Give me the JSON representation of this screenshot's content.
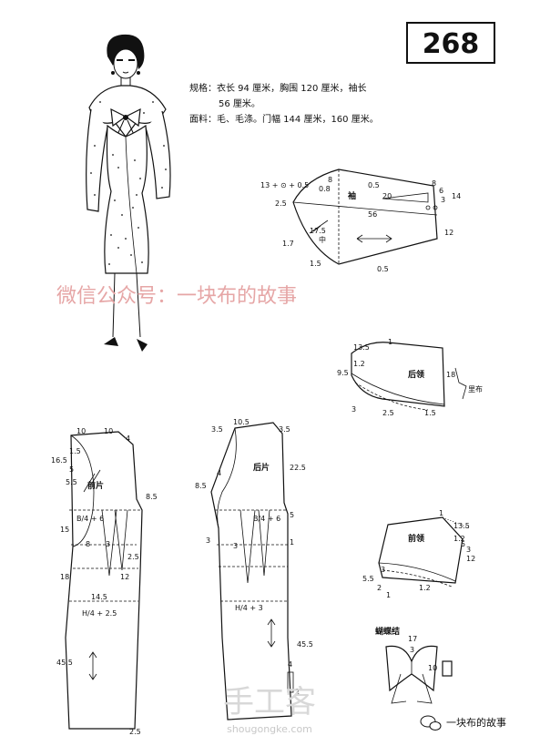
{
  "pattern_number": "268",
  "specs": {
    "line1": "规格：衣长 94 厘米，胸围 120 厘米，袖长",
    "line2": "56 厘米。",
    "line3": "面料：毛、毛涤。门幅 144 厘米，160 厘米。"
  },
  "watermark": "微信公众号：一块布的故事",
  "footer": {
    "logo_text": "手工客",
    "url": "shougongke.com",
    "brand": "一块布的故事"
  },
  "sleeve": {
    "title": "袖",
    "labels": [
      "13 + ⊙ + 0.5",
      "0.5",
      "0.8",
      "8",
      "20",
      "6",
      "8",
      "3",
      "14",
      "2.5",
      "56",
      "17.5",
      "12",
      "1.7",
      "中",
      "1.5",
      "0.5"
    ]
  },
  "back_collar": {
    "title": "后领",
    "labels": [
      "13.5",
      "1",
      "1.2",
      "9.5",
      "3",
      "2.5",
      "1.5",
      "18",
      "里布"
    ]
  },
  "front_collar": {
    "title": "前领",
    "labels": [
      "1",
      "13.5",
      "1.2",
      "5",
      "3",
      "12",
      "5.5",
      "2",
      "1",
      "1.2",
      "3"
    ]
  },
  "bow": {
    "title": "蝴蝶结",
    "labels": [
      "17",
      "3",
      "10"
    ]
  },
  "front_panel": {
    "title": "前片",
    "labels": [
      "10",
      "10",
      "4",
      "16.5",
      "1.5",
      "5",
      "5.5",
      "8.5",
      "B/4 + 6",
      "15",
      "8",
      "3",
      "2.5",
      "18",
      "14.5",
      "12",
      "H/4 + 2.5",
      "45.5",
      "2.5"
    ]
  },
  "back_panel": {
    "title": "后片",
    "labels": [
      "10.5",
      "3.5",
      "3.5",
      "22.5",
      "8.5",
      "4",
      "B/4 + 6",
      "5",
      "3",
      "3",
      "1",
      "H/4 + 3",
      "45.5",
      "4",
      "2"
    ]
  }
}
